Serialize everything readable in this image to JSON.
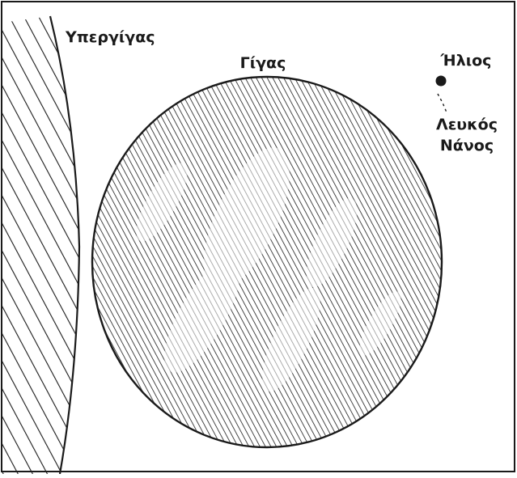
{
  "labels": {
    "supergiant": "Υπεργίγας",
    "giant": "Γίγας",
    "sun": "Ήλιος",
    "white_dwarf_line1": "Λευκός",
    "white_dwarf_line2": "Νάνος"
  },
  "colors": {
    "ink": "#1a1a1a",
    "background": "#ffffff"
  }
}
